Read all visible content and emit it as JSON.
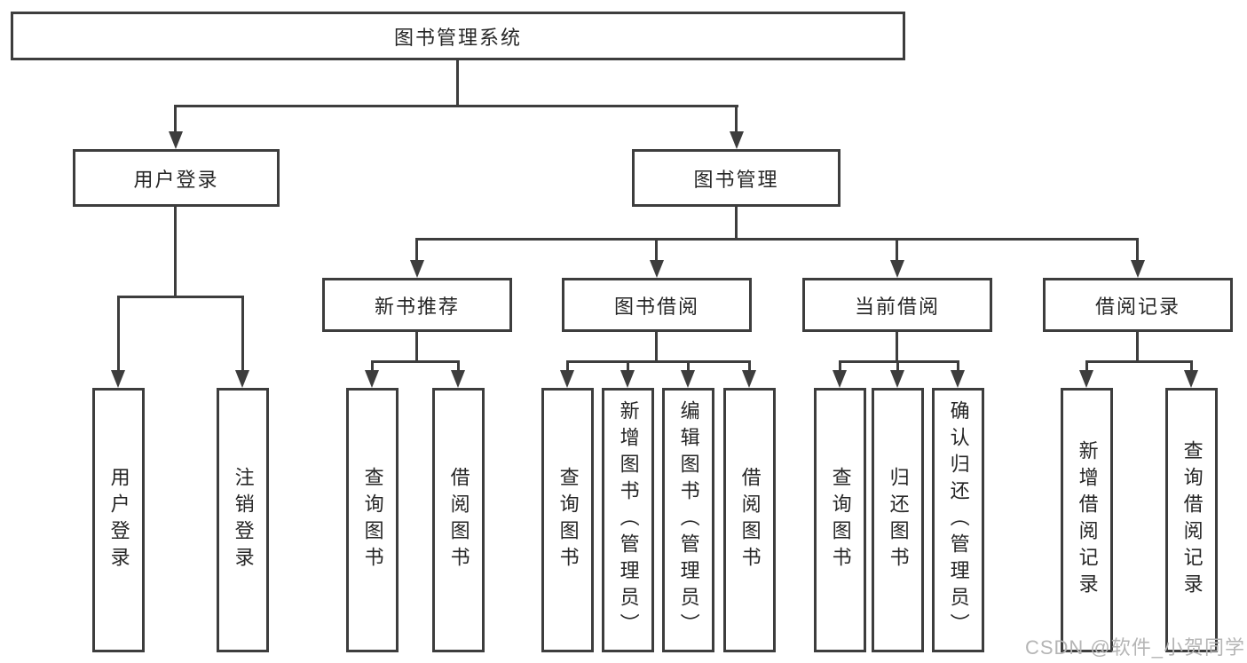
{
  "nodes": {
    "root": "图书管理系统",
    "user_login": "用户登录",
    "book_management": "图书管理",
    "new_book_recommend": "新书推荐",
    "book_borrowing": "图书借阅",
    "current_borrowing": "当前借阅",
    "borrowing_records": "借阅记录",
    "leaf_user_login": "用户登录",
    "leaf_logout": "注销登录",
    "leaf_query_books_recommend": "查询图书",
    "leaf_borrow_books_recommend": "借阅图书",
    "leaf_query_books_borrowing": "查询图书",
    "leaf_add_books_admin": "新增图书（管理员）",
    "leaf_edit_books_admin": "编辑图书（管理员）",
    "leaf_borrow_books_borrowing": "借阅图书",
    "leaf_query_books_current": "查询图书",
    "leaf_return_books": "归还图书",
    "leaf_confirm_return_admin": "确认归还（管理员）",
    "leaf_add_borrow_record": "新增借阅记录",
    "leaf_query_borrow_record": "查询借阅记录"
  },
  "watermark": {
    "text": "CSDN @软件_小贺同学",
    "color": "#b5b5b5"
  },
  "colors": {
    "line": "#3d3d3d",
    "text": "#262626",
    "background": "#ffffff"
  }
}
